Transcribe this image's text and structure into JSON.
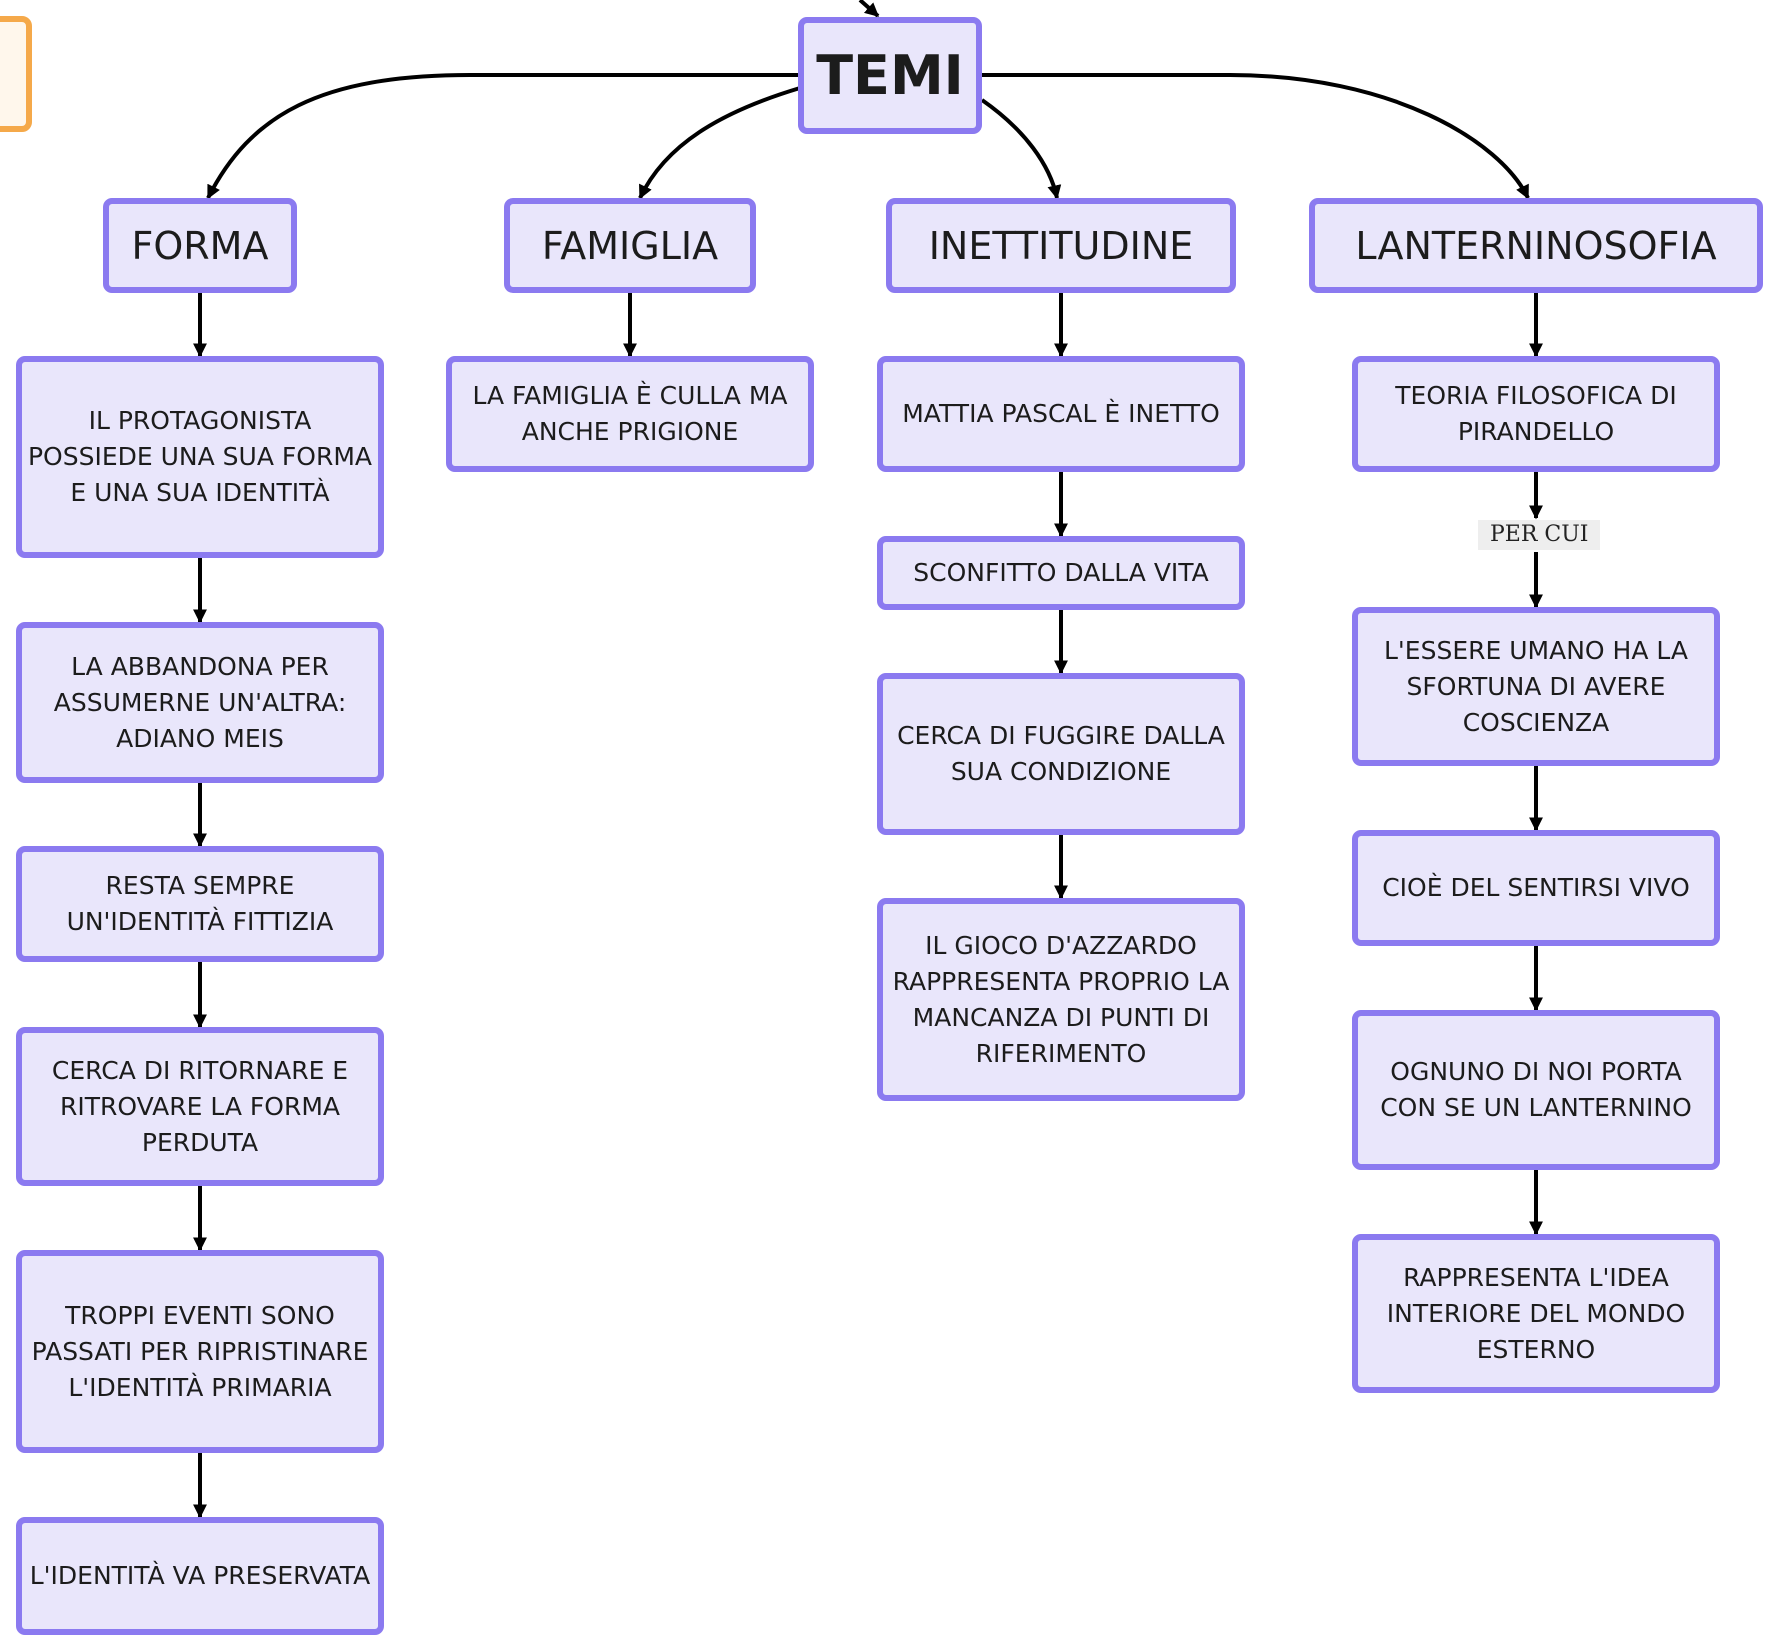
{
  "nodes": {
    "temi": "TEMI",
    "forma": "FORMA",
    "famiglia": "FAMIGLIA",
    "inettitudine": "INETTITUDINE",
    "lanterninosofia": "LANTERNINOSOFIA",
    "forma_1": "IL PROTAGONISTA POSSIEDE UNA SUA FORMA E UNA SUA IDENTITÀ",
    "forma_2": "LA ABBANDONA PER ASSUMERNE UN'ALTRA: ADIANO MEIS",
    "forma_3": "RESTA SEMPRE UN'IDENTITÀ FITTIZIA",
    "forma_4": "CERCA DI RITORNARE E RITROVARE LA FORMA PERDUTA",
    "forma_5": "TROPPI EVENTI SONO PASSATI PER RIPRISTINARE L'IDENTITÀ PRIMARIA",
    "forma_6": "L'IDENTITÀ VA PRESERVATA",
    "famiglia_1": "LA FAMIGLIA È CULLA MA ANCHE PRIGIONE",
    "inett_1": "MATTIA PASCAL È INETTO",
    "inett_2": "SCONFITTO DALLA VITA",
    "inett_3": "CERCA DI FUGGIRE DALLA SUA CONDIZIONE",
    "inett_4": "IL GIOCO D'AZZARDO RAPPRESENTA PROPRIO LA MANCANZA DI PUNTI DI RIFERIMENTO",
    "lant_1": "TEORIA FILOSOFICA DI PIRANDELLO",
    "lant_2": "L'ESSERE UMANO HA LA SFORTUNA DI AVERE COSCIENZA",
    "lant_3": "CIOÈ DEL SENTIRSI VIVO",
    "lant_4": "OGNUNO DI NOI PORTA CON SE UN LANTERNINO",
    "lant_5": "RAPPRESENTA L'IDEA INTERIORE DEL MONDO ESTERNO"
  },
  "edge_labels": {
    "per_cui": "PER CUI"
  },
  "colors": {
    "node_fill": "#e9e6fb",
    "node_border": "#8b7af0",
    "edge": "#000000",
    "side_tab_border": "#f5a94a"
  }
}
